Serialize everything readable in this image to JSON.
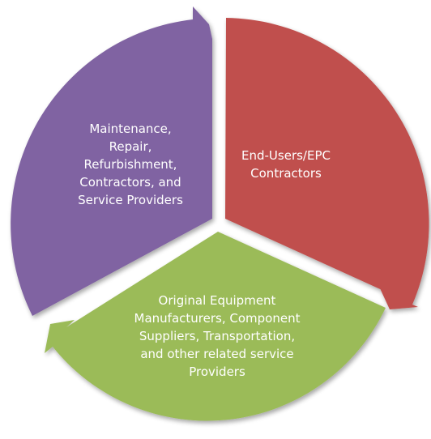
{
  "diagram": {
    "segments": [
      {
        "key": "end_users",
        "label": "End-Users/EPC\nContractors",
        "color": "#c0504d"
      },
      {
        "key": "oem",
        "label": "Original Equipment\nManufacturers, Component\nSuppliers, Transportation,\nand other related service\nProviders",
        "color": "#9bbb59"
      },
      {
        "key": "maintenance",
        "label": "Maintenance,\nRepair,\nRefurbishment,\nContractors, and\nService Providers",
        "color": "#8064a2"
      }
    ]
  }
}
